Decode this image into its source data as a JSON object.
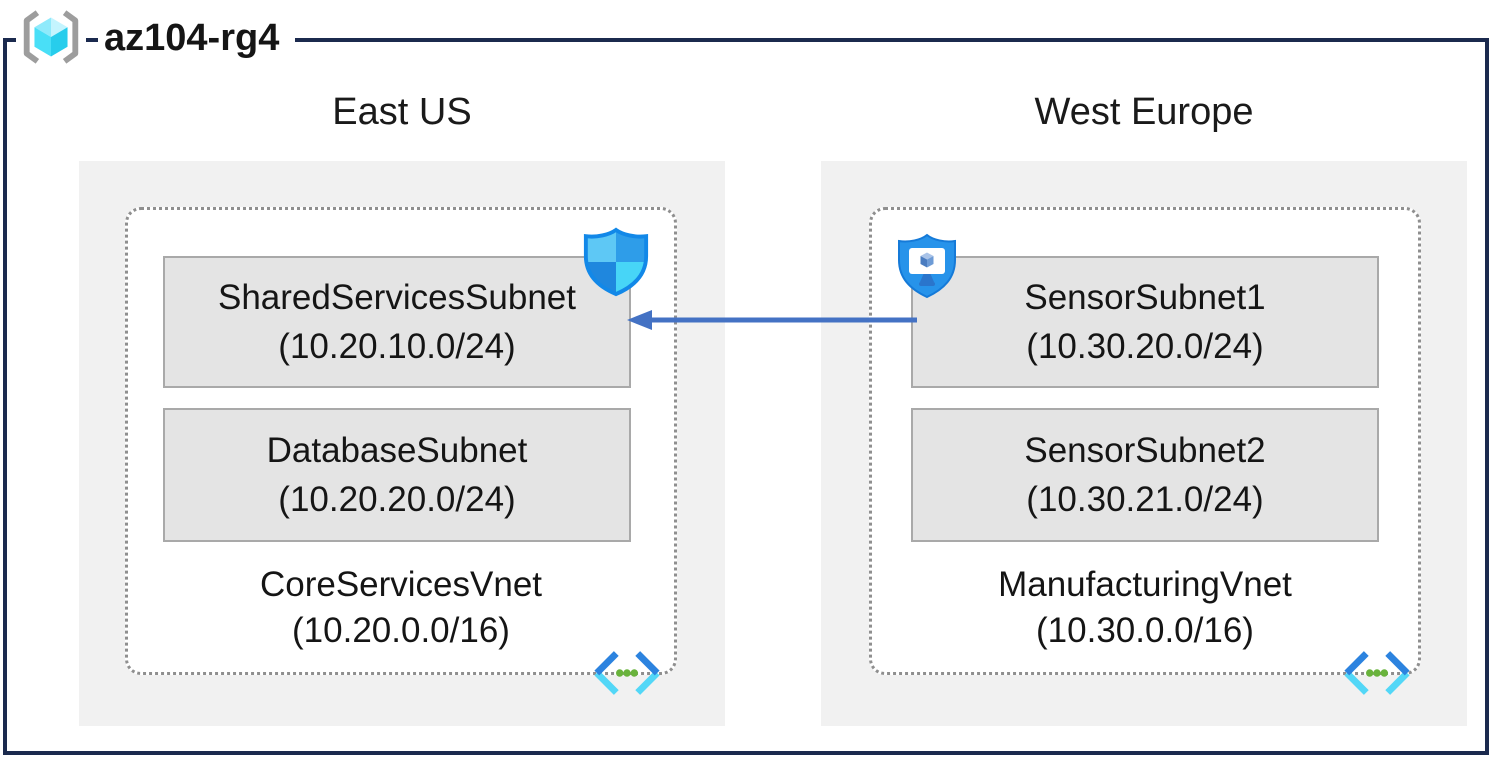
{
  "resource_group": {
    "name": "az104-rg4"
  },
  "regions": [
    {
      "name": "East US",
      "vnet": {
        "name": "CoreServicesVnet",
        "cidr": "(10.20.0.0/16)"
      },
      "subnets": [
        {
          "name": "SharedServicesSubnet",
          "cidr": "(10.20.10.0/24)"
        },
        {
          "name": "DatabaseSubnet",
          "cidr": "(10.20.20.0/24)"
        }
      ]
    },
    {
      "name": "West Europe",
      "vnet": {
        "name": "ManufacturingVnet",
        "cidr": "(10.30.0.0/16)"
      },
      "subnets": [
        {
          "name": "SensorSubnet1",
          "cidr": "(10.30.20.0/24)"
        },
        {
          "name": "SensorSubnet2",
          "cidr": "(10.30.21.0/24)"
        }
      ]
    }
  ],
  "icons": {
    "resource_group": "resource-group-icon",
    "network_security_group": "network-security-group-shield-icon",
    "bastion": "bastion-shield-monitor-icon",
    "virtual_network": "virtual-network-icon"
  },
  "connection": {
    "from": "SensorSubnet1",
    "to": "SharedServicesSubnet",
    "direction": "right-to-left",
    "color": "#4472c4"
  },
  "colors": {
    "frame": "#1b2a4e",
    "region_fill": "#f1f1f1",
    "vnet_border": "#8f8f8f",
    "subnet_fill": "#e4e4e4",
    "subnet_border": "#a9a9a9",
    "arrow": "#4472c4",
    "shield_blue": "#2e9de9",
    "shield_cyan": "#47d5f7",
    "vnet_icon_green": "#69b33c"
  }
}
